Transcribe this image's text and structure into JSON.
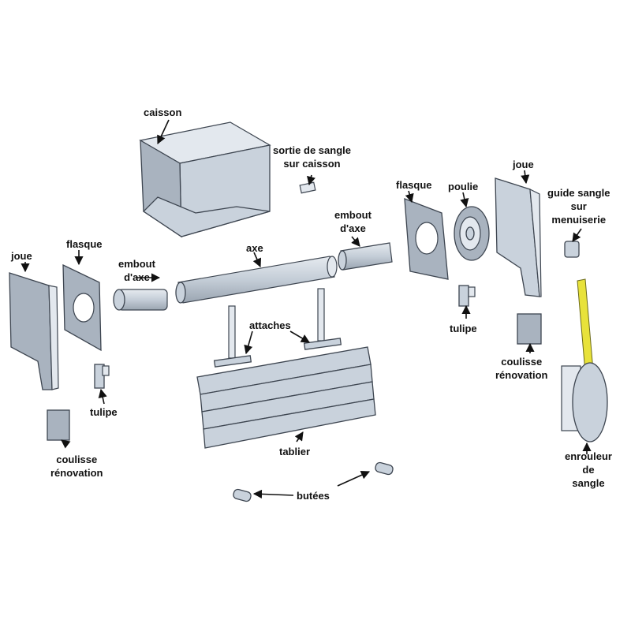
{
  "labels": {
    "caisson": "caisson",
    "sortie_sangle": [
      "sortie de sangle",
      "sur caisson"
    ],
    "flasque_right": "flasque",
    "poulie": "poulie",
    "joue_right": "joue",
    "guide_sangle": [
      "guide sangle",
      "sur",
      "menuiserie"
    ],
    "embout_right": [
      "embout",
      "d'axe"
    ],
    "joue_left": "joue",
    "flasque_left": "flasque",
    "embout_left": [
      "embout",
      "d'axe"
    ],
    "axe": "axe",
    "attaches": "attaches",
    "tulipe_right": "tulipe",
    "coulisse_right": [
      "coulisse",
      "rénovation"
    ],
    "tulipe_left": "tulipe",
    "coulisse_left": [
      "coulisse",
      "rénovation"
    ],
    "tablier": "tablier",
    "enrouleur": [
      "enrouleur",
      "de",
      "sangle"
    ],
    "butees": "butées"
  },
  "colors": {
    "part": "#c9d2dc",
    "outline": "#3d4550",
    "strap": "#e8e23a"
  }
}
